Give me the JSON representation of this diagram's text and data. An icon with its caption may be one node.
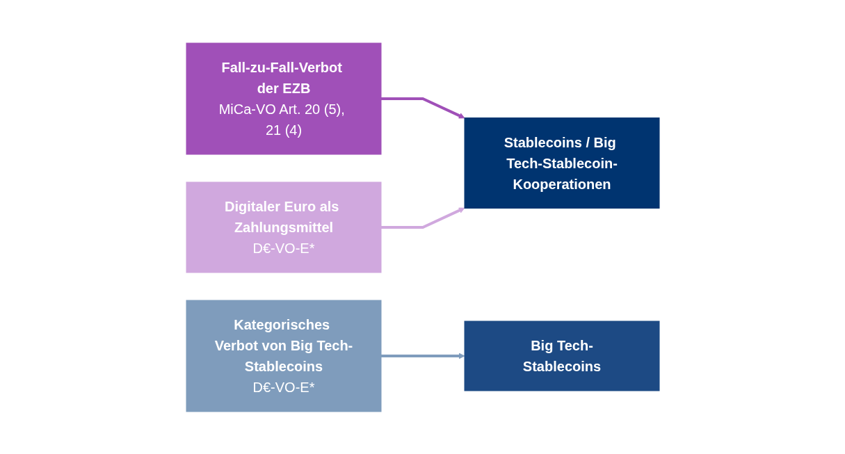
{
  "diagram": {
    "nodes": [
      {
        "text": [
          "Fall-zu-Fall-Verbot der EZB",
          "MiCa-VO Art. 20 (5), 21 (4)"
        ]
      },
      {
        "text": [
          "Digitaler Euro als Zahlungsmittel",
          "D€-VO-E*"
        ]
      },
      {
        "text": [
          "Kategorisches Verbot von Big Tech-Stablecoins",
          "D€-VO-E*"
        ]
      },
      {
        "text": [
          "Stablecoins / Big Tech-Stablecoin-Kooperationen"
        ]
      },
      {
        "text": [
          "Big Tech-Stablecoins"
        ]
      }
    ],
    "edges": [
      {
        "from": 0,
        "to": 3,
        "arrow": "to",
        "color": "#a050b8"
      },
      {
        "from": 1,
        "to": 3,
        "arrow": "to",
        "color": "#d0a8de"
      },
      {
        "from": 2,
        "to": 4,
        "arrow": "to",
        "color": "#7f9cbc"
      }
    ]
  }
}
